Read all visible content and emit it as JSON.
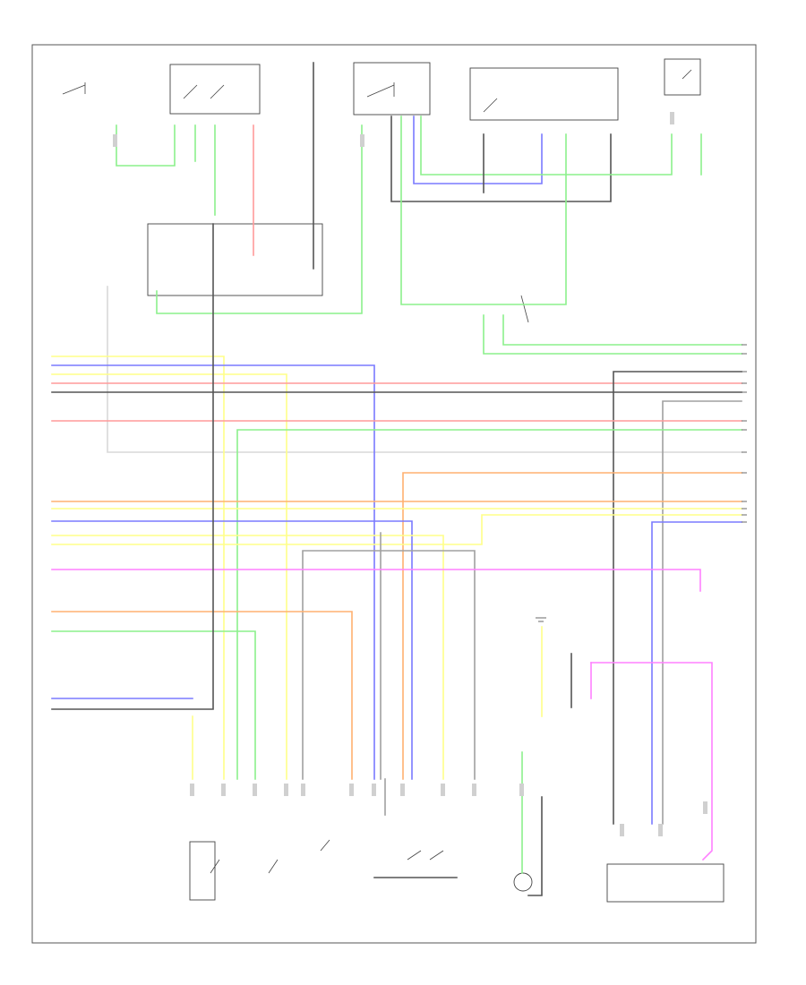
{
  "labels": {
    "frame_ref": "",
    "footer_code": "",
    "bottom_center": "",
    "bottom_right": ""
  },
  "colors": {
    "green": "#8cf08c",
    "red": "#ff9a9a",
    "yellow": "#ffff88",
    "blue": "#7a7aff",
    "black": "#333333",
    "gray": "#a0a0a0",
    "orange": "#ffb070",
    "pink": "#ff80ff",
    "white": "#d8d8d8"
  },
  "icons": [
    "switch-symbol",
    "ground-symbol",
    "connector-pin",
    "motor-symbol"
  ]
}
